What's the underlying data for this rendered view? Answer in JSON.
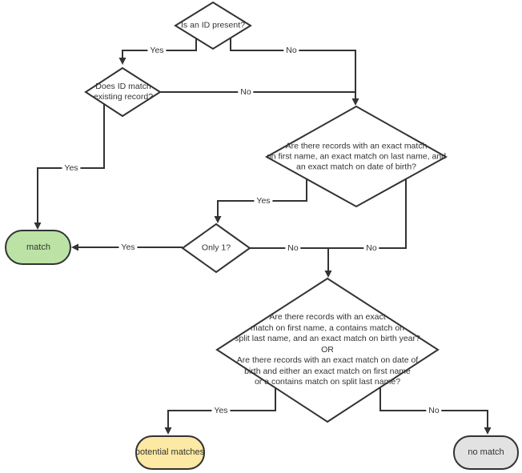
{
  "flowchart": {
    "decisions": {
      "id_present": {
        "lines": [
          "Is an ID present?"
        ]
      },
      "id_match": {
        "lines": [
          "Does ID match",
          "existing record?"
        ]
      },
      "exact_match": {
        "lines": [
          "Are there records with an exact match",
          "on first name, an exact match on last name, and",
          "an exact match on date of birth?"
        ]
      },
      "only_one": {
        "lines": [
          "Only 1?"
        ]
      },
      "combo_match": {
        "lines": [
          "Are there records with an exact",
          "match on first name, a contains match on",
          "split last name, and an exact match on birth year?",
          "OR",
          "Are there records with an exact match on date of",
          "birth and either an exact match on first name",
          "or a contains match on split last name?"
        ]
      }
    },
    "terminals": {
      "match": {
        "label": "match",
        "fill": "#bce3a5"
      },
      "potential_matches": {
        "label": "potential matches",
        "fill": "#fce9a3"
      },
      "no_match": {
        "label": "no match",
        "fill": "#e2e2e2"
      }
    },
    "edges": {
      "id_present_yes": "Yes",
      "id_present_no": "No",
      "id_match_yes": "Yes",
      "id_match_no": "No",
      "exact_match_yes": "Yes",
      "exact_match_no": "No",
      "only_one_yes": "Yes",
      "only_one_no": "No",
      "combo_match_yes": "Yes",
      "combo_match_no": "No"
    },
    "colors": {
      "stroke": "#333333",
      "text": "#333333",
      "decision_fill": "#ffffff"
    }
  }
}
